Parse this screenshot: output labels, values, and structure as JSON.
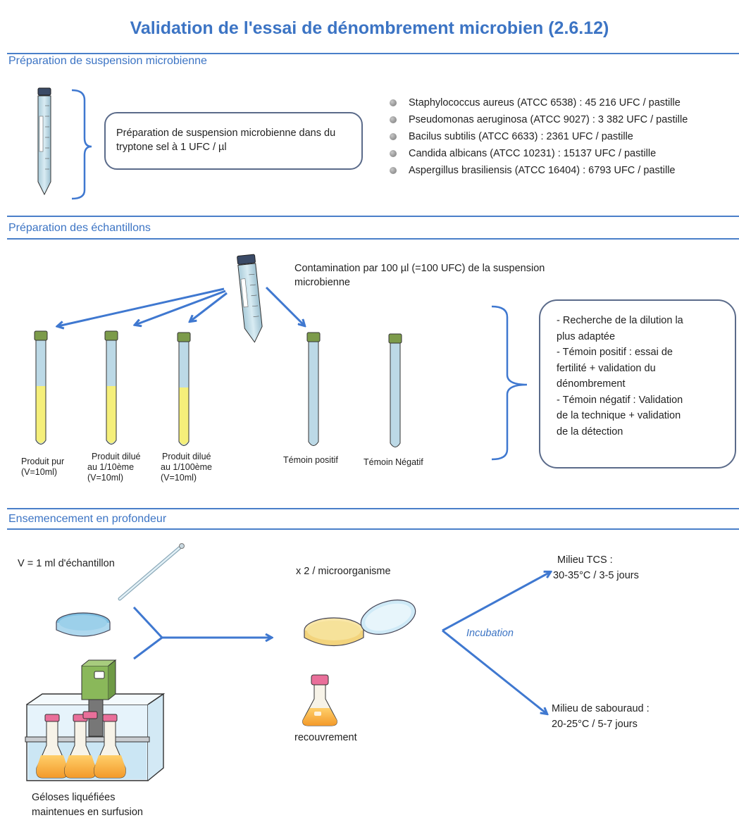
{
  "title": "Validation de l'essai de dénombrement microbien (2.6.12)",
  "sections": {
    "s1": "Préparation de suspension microbienne",
    "s2": "Préparation des échantillons",
    "s3": "Ensemencement en profondeur"
  },
  "prep_box": "Préparation de suspension    microbienne dans du tryptone sel à 1 UFC / µl",
  "strains": [
    "Staphylococcus aureus (ATCC 6538) : 45 216 UFC / pastille",
    "Pseudomonas aeruginosa (ATCC 9027) : 3 382 UFC / pastille",
    "Bacilus subtilis (ATCC 6633) : 2361 UFC / pastille",
    "Candida albicans (ATCC 10231) : 15137 UFC / pastille",
    "Aspergillus brasiliensis (ATCC 16404) : 6793 UFC / pastille"
  ],
  "contamination": "Contamination par 100 µl (=100 UFC) de la suspension microbienne",
  "tubes": {
    "t1": [
      "Produit  pur",
      "(V=10ml)"
    ],
    "t2": [
      "Produit  dilué",
      "au 1/10ème",
      "(V=10ml)"
    ],
    "t3": [
      "Produit  dilué",
      "au 1/100ème",
      "(V=10ml)"
    ],
    "t4": "Témoin positif",
    "t5": "Témoin Négatif"
  },
  "right_box": [
    "- Recherche  de la dilution la",
    "plus adaptée",
    "- Témoin positif : essai de",
    "fertilité + validation du",
    "dénombrement",
    "- Témoin négatif :  Validation",
    "de la technique + validation",
    "de la détection"
  ],
  "seeding": {
    "volume": "V = 1 ml d'échantillon",
    "per_organism": "x 2 / microorganisme",
    "incubation": "Incubation",
    "recovery": "recouvrement",
    "agar": [
      "Géloses liquéfiées",
      "maintenues en surfusion"
    ],
    "tcs": [
      "Milieu TCS :",
      "30-35°C / 3-5 jours"
    ],
    "sab": [
      "Milieu de sabouraud  :",
      "20-25°C / 5-7 jours"
    ]
  },
  "colors": {
    "accent": "#3c74c4",
    "arrow": "#3f78d0",
    "yellow": "#f5ef7a",
    "tube_fluid": "#bcd9e6",
    "cap": "#7c9b4a"
  }
}
